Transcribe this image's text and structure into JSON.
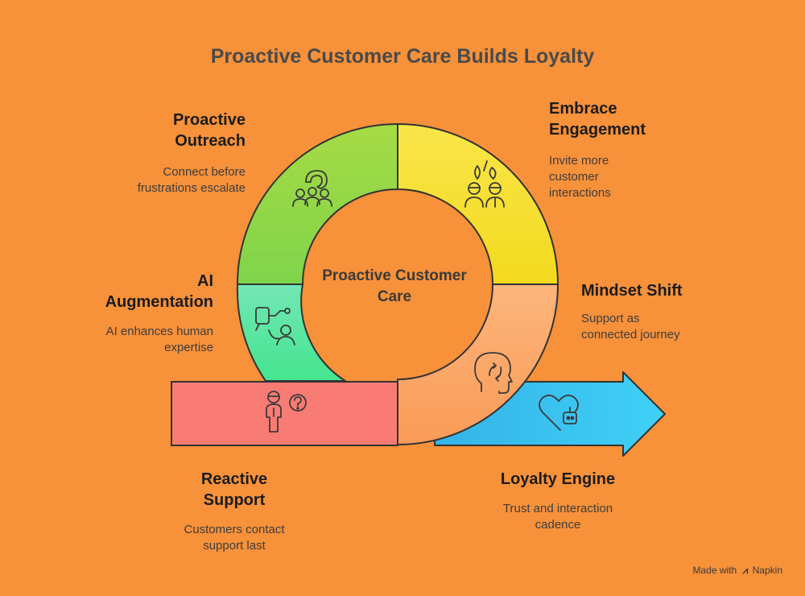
{
  "title": "Proactive Customer Care Builds Loyalty",
  "center_label": {
    "line1": "Proactive Customer",
    "line2": "Care"
  },
  "stages": {
    "proactive_outreach": {
      "title1": "Proactive",
      "title2": "Outreach",
      "desc1": "Connect before",
      "desc2": "frustrations escalate",
      "color": "#8BD641"
    },
    "embrace_engagement": {
      "title1": "Embrace",
      "title2": "Engagement",
      "desc1": "Invite more",
      "desc2": "customer",
      "desc3": "interactions",
      "color": "#F6E336"
    },
    "ai_augmentation": {
      "title1": "AI",
      "title2": "Augmentation",
      "desc1": "AI enhances human",
      "desc2": "expertise",
      "color": "#58E7A8"
    },
    "mindset_shift": {
      "title": "Mindset Shift",
      "desc1": "Support as",
      "desc2": "connected journey",
      "color": "#FBA96C"
    },
    "reactive_support": {
      "title1": "Reactive",
      "title2": "Support",
      "desc1": "Customers contact",
      "desc2": "support last",
      "color": "#F97C74"
    },
    "loyalty_engine": {
      "title": "Loyalty Engine",
      "desc1": "Trust and interaction",
      "desc2": "cadence",
      "color": "#2EC3F5"
    }
  },
  "footer": {
    "made_with": "Made with",
    "brand": "Napkin"
  },
  "icons": [
    "team-icon",
    "brainstorm-icon",
    "ai-assist-icon",
    "reactive-question-icon",
    "mindset-head-icon",
    "heart-robot-icon"
  ]
}
